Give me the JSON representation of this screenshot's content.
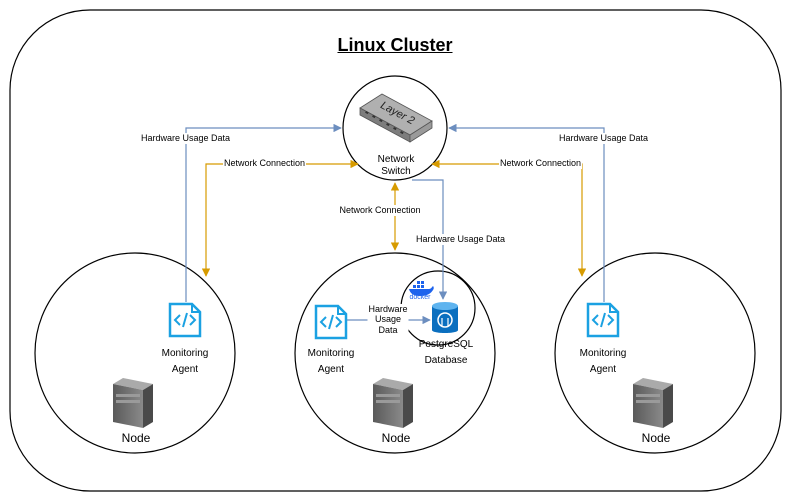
{
  "title": "Linux Cluster",
  "switch": {
    "badge": "Layer 2",
    "label_line1": "Network",
    "label_line2": "Switch"
  },
  "edges": {
    "hw_left": "Hardware Usage Data",
    "hw_right": "Hardware Usage Data",
    "hw_center": "Hardware Usage Data",
    "net_left": "Network Connection",
    "net_right": "Network Connection",
    "net_center": "Network Connection",
    "hw_internal_line1": "Hardware",
    "hw_internal_line2": "Usage",
    "hw_internal_line3": "Data"
  },
  "nodes": {
    "left": {
      "agent_line1": "Monitoring",
      "agent_line2": "Agent",
      "label": "Node"
    },
    "center": {
      "agent_line1": "Monitoring",
      "agent_line2": "Agent",
      "label": "Node",
      "docker_label": "docker",
      "db_line1": "PostgreSQL",
      "db_line2": "Database"
    },
    "right": {
      "agent_line1": "Monitoring",
      "agent_line2": "Agent",
      "label": "Node"
    }
  },
  "colors": {
    "blue_edge": "#6c8ebf",
    "yellow_edge": "#d79b00",
    "icon_blue": "#1ba1e2"
  },
  "icons": {
    "agent": "code-file-icon",
    "server": "server-icon",
    "switch": "network-switch-icon",
    "db": "postgresql-icon",
    "docker": "docker-icon"
  }
}
